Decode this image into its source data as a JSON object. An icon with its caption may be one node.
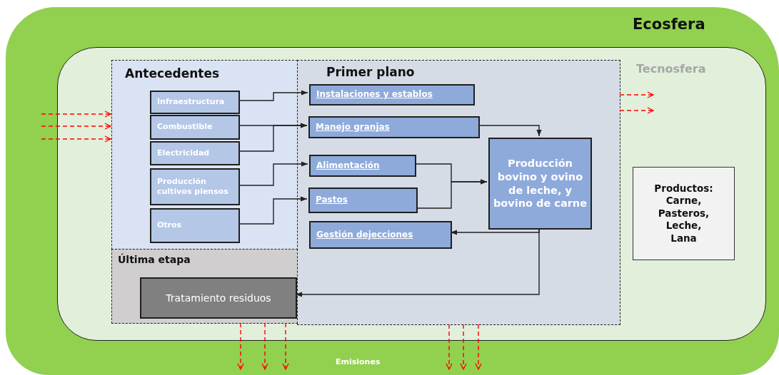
{
  "diagram": {
    "nodes": [
      {
        "text": [
          "Ecosfera"
        ]
      },
      {
        "text": [
          "Tecnosfera"
        ],
        "in": 0
      },
      {
        "text": [
          "Antecedentes"
        ],
        "in": 1
      },
      {
        "text": [
          "Primer plano"
        ],
        "in": 1
      },
      {
        "text": [
          "Última etapa"
        ],
        "in": 1
      },
      {
        "text": [
          "Infraestructura"
        ],
        "in": 2
      },
      {
        "text": [
          "Combustible"
        ],
        "in": 2
      },
      {
        "text": [
          "Electricidad"
        ],
        "in": 2
      },
      {
        "text": [
          "Producción cultivos piensos"
        ],
        "in": 2
      },
      {
        "text": [
          "Otros"
        ],
        "in": 2
      },
      {
        "text": [
          "Instalaciones y establos"
        ],
        "in": 3
      },
      {
        "text": [
          "Manejo granjas"
        ],
        "in": 3
      },
      {
        "text": [
          "Alimentación"
        ],
        "in": 3
      },
      {
        "text": [
          "Pastos"
        ],
        "in": 3
      },
      {
        "text": [
          "Gestión dejecciones"
        ],
        "in": 3
      },
      {
        "text": [
          "Producción bovino y ovino de leche, y bovino de carne"
        ],
        "in": 3
      },
      {
        "text": [
          "Tratamiento residuos"
        ],
        "in": 4
      },
      {
        "text": [
          "Productos: Carne, Pasteros, Leche, Lana"
        ],
        "in": 1
      }
    ],
    "edges": [
      {
        "from": 5,
        "to": 10,
        "arrow": "to",
        "color": "#222222"
      },
      {
        "from": 6,
        "to": 11,
        "arrow": "to",
        "color": "#222222"
      },
      {
        "from": 7,
        "to": 11,
        "arrow": "to",
        "color": "#222222"
      },
      {
        "from": 8,
        "to": 12,
        "arrow": "to",
        "color": "#222222"
      },
      {
        "from": 9,
        "to": 13,
        "arrow": "to",
        "color": "#222222"
      },
      {
        "from": 11,
        "to": 15,
        "arrow": "to",
        "color": "#222222"
      },
      {
        "from": 12,
        "to": 15,
        "arrow": "to",
        "color": "#222222"
      },
      {
        "from": 13,
        "to": 15,
        "arrow": "to",
        "color": "#222222"
      },
      {
        "from": 15,
        "to": 14,
        "arrow": "to",
        "color": "#222222"
      },
      {
        "from": 15,
        "to": 16,
        "arrow": "to",
        "color": "#222222"
      },
      {
        "from": null,
        "to": 2,
        "arrow": "to",
        "style": "dashed"
      },
      {
        "from": null,
        "to": 2,
        "arrow": "to",
        "style": "dashed"
      },
      {
        "from": null,
        "to": 2,
        "arrow": "to",
        "style": "dashed"
      },
      {
        "from": 3,
        "to": null,
        "arrow": "to",
        "style": "dashed"
      },
      {
        "from": 3,
        "to": null,
        "arrow": "to",
        "style": "dashed"
      },
      {
        "from": 4,
        "to": null,
        "arrow": "to",
        "style": "dashed"
      },
      {
        "from": 4,
        "to": null,
        "arrow": "to",
        "style": "dashed"
      },
      {
        "from": 4,
        "to": null,
        "arrow": "to",
        "style": "dashed"
      },
      {
        "from": 3,
        "to": null,
        "arrow": "to",
        "style": "dashed"
      },
      {
        "from": 3,
        "to": null,
        "arrow": "to",
        "style": "dashed"
      },
      {
        "from": 3,
        "to": null,
        "arrow": "to",
        "style": "dashed"
      }
    ],
    "labels": [
      "Emisiones"
    ]
  }
}
